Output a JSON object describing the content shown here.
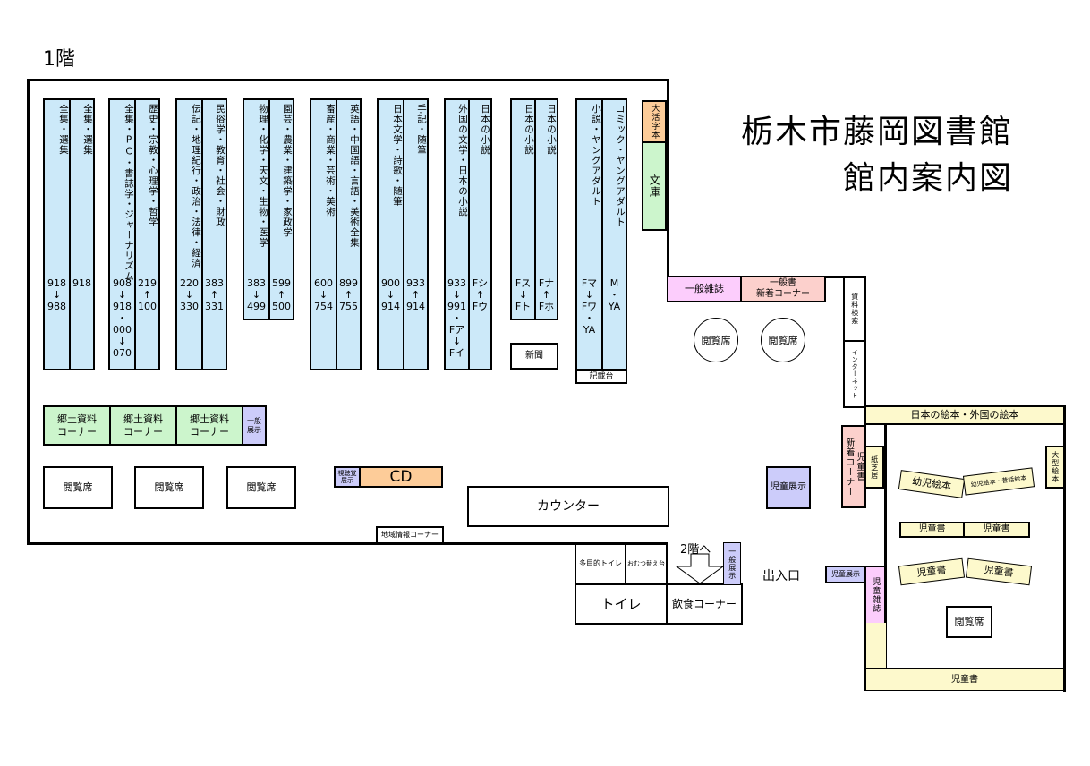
{
  "floor": "1階",
  "title": {
    "line1": "栃木市藤岡図書館",
    "line2": "館内案内図"
  },
  "shelves": [
    {
      "cols": [
        {
          "label": "全集・選集",
          "nums": [
            "918",
            "↓",
            "988"
          ]
        },
        {
          "label": "全集・選集",
          "nums": [
            "918"
          ]
        }
      ]
    },
    {
      "cols": [
        {
          "label": "全集・PC・書誌学・ジャーナリズム",
          "nums": [
            "908",
            "↓",
            "918",
            "・",
            "000",
            "↓",
            "070"
          ]
        },
        {
          "label": "歴史・宗教・心理学・哲学",
          "nums": [
            "219",
            "↑",
            "100"
          ]
        }
      ]
    },
    {
      "cols": [
        {
          "label": "伝記・地理紀行・政治・法律・経済",
          "nums": [
            "220",
            "↓",
            "330"
          ]
        },
        {
          "label": "民俗学・教育・社会・財政",
          "nums": [
            "383",
            "↑",
            "331"
          ]
        }
      ]
    },
    {
      "cols": [
        {
          "label": "物理・化学・天文・生物・医学",
          "nums": [
            "383",
            "↓",
            "499"
          ]
        },
        {
          "label": "園芸・農業・建築学・家政学",
          "nums": [
            "599",
            "↑",
            "500"
          ]
        }
      ]
    },
    {
      "cols": [
        {
          "label": "畜産・商業・芸術・美術",
          "nums": [
            "600",
            "↓",
            "754"
          ]
        },
        {
          "label": "英語・中国語・言語・美術全集",
          "nums": [
            "899",
            "↑",
            "755"
          ]
        }
      ]
    },
    {
      "cols": [
        {
          "label": "日本文学・詩歌・随筆",
          "nums": [
            "900",
            "↓",
            "914"
          ]
        },
        {
          "label": "手記・随筆",
          "nums": [
            "933",
            "↑",
            "914"
          ]
        }
      ]
    },
    {
      "cols": [
        {
          "label": "外国の文学・日本の小説",
          "nums": [
            "933",
            "↓",
            "991",
            "・",
            "Fア",
            "↓",
            "Fイ"
          ]
        },
        {
          "label": "日本の小説",
          "nums": [
            "Fシ",
            "↑",
            "Fウ"
          ]
        }
      ]
    },
    {
      "cols": [
        {
          "label": "日本の小説",
          "nums": [
            "Fス",
            "↓",
            "Fト"
          ]
        },
        {
          "label": "日本の小説",
          "nums": [
            "Fナ",
            "↑",
            "Fホ"
          ]
        }
      ]
    },
    {
      "cols": [
        {
          "label": "小説・ヤングアダルト",
          "nums": [
            "Fマ",
            "↓",
            "Fワ",
            "・",
            "YA"
          ]
        },
        {
          "label": "コミック・ヤングアダルト",
          "nums": [
            "M",
            "・",
            "YA"
          ]
        }
      ]
    }
  ],
  "areas": {
    "large_print": "大活字本",
    "bunko": "文庫",
    "newspaper": "新聞",
    "record_desk": "記載台",
    "general_magazines": "一般雑誌",
    "general_new_books": [
      "一般書",
      "新着コーナー"
    ],
    "catalog_search": "資料検索",
    "internet": "インターネット",
    "reading_seat": "閲覧席",
    "local_materials": [
      "郷土資料",
      "コーナー"
    ],
    "general_display_small": [
      "一般",
      "展示"
    ],
    "av_display": [
      "視聴覚",
      "展示"
    ],
    "cd": "CD",
    "regional_info": "地域情報コーナー",
    "counter": "カウンター",
    "childrens_display": "児童展示",
    "multipurpose_toilet": "多目的トイレ",
    "diaper_changing": "おむつ替え台",
    "to_2f": "2階へ",
    "general_display_vertical": "一般展示",
    "toilet": "トイレ",
    "dining_corner": "飲食コーナー",
    "entrance": "出入口",
    "picture_books": "日本の絵本・外国の絵本",
    "children_new": "新着コーナー",
    "children_books": "児童書",
    "kamishibai": "紙芝居",
    "large_picture_books": "大型絵本",
    "toddler_books": "幼児絵本",
    "toddler_story_books": "幼児絵本・昔話絵本",
    "children_magazines": "児童雑誌"
  }
}
